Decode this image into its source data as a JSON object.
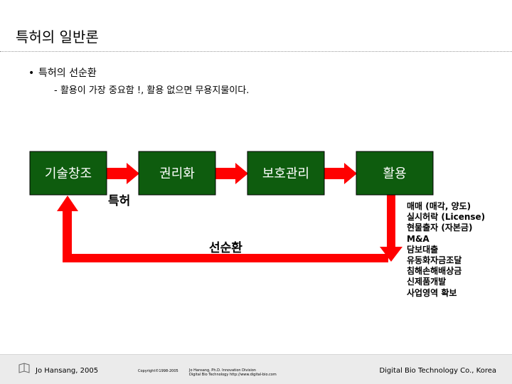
{
  "slide": {
    "title": "특허의 일반론",
    "bullet": "특허의 선순환",
    "sub_bullet": "- 활용이 가장 중요함 !, 활용 없으면 무용지물이다."
  },
  "diagram": {
    "boxes": [
      "기술창조",
      "권리화",
      "보호관리",
      "활용"
    ],
    "box_fill": "#0e5c0e",
    "arrow_color": "#ff0000",
    "label_patent": "특허",
    "label_cycle": "선순환",
    "uses": [
      "매매 (매각, 양도)",
      "실시허락 (License)",
      "현물출자 (자본금)",
      "M&A",
      "담보대출",
      "유동화자금조달",
      "침해손해배상금",
      "신제품개발",
      "사업영역 확보"
    ]
  },
  "footer": {
    "author": "Jo Hansang, 2005",
    "copyright": "Copyright©1998-2005",
    "division": "Jo Hansang, Ph.D. Innovation Division",
    "website": "Digital Bio Technology http://www.digital-bio.com",
    "company": "Digital Bio Technology Co., Korea"
  }
}
